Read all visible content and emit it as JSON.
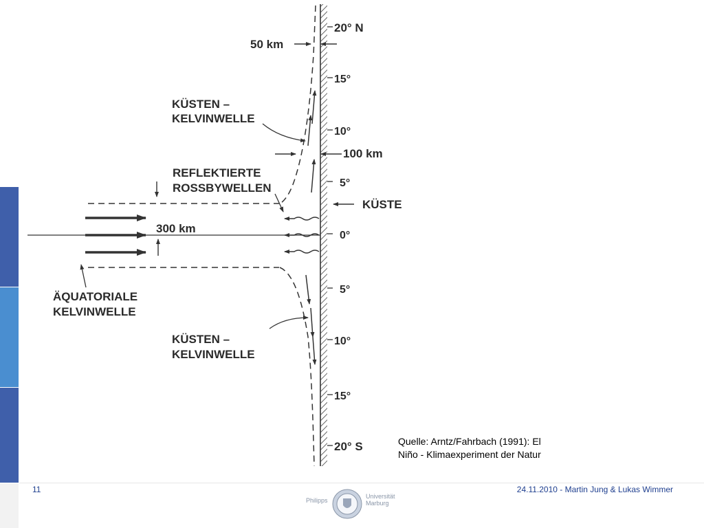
{
  "slide": {
    "page_number": "11",
    "footer": "24.11.2010 - Martin Jung & Lukas Wimmer",
    "source_line1": "Quelle: Arntz/Fahrbach (1991): El",
    "source_line2": "Niño - Klimaexperiment der Natur"
  },
  "colors": {
    "sidebar": [
      "#3f5faa",
      "#4a8ed0",
      "#3f5faa",
      "#f2f2f2"
    ],
    "footer_text": "#1f3f8f"
  },
  "logo": {
    "left_text": "Philipps",
    "right_line1": "Universität",
    "right_line2": "Marburg"
  },
  "diagram": {
    "latitudes": {
      "n20": "20° N",
      "n15": "15°",
      "n10": "10°",
      "n5": "5°",
      "eq": "0°",
      "s5": "5°",
      "s10": "10°",
      "s15": "15°",
      "s20": "20° S"
    },
    "labels": {
      "km50": "50 km",
      "km100": "100 km",
      "km300": "300 km",
      "coast": "KÜSTE",
      "coastal_kelvin_north_1": "KÜSTEN –",
      "coastal_kelvin_north_2": "KELVINWELLE",
      "rossby_1": "REFLEKTIERTE",
      "rossby_2": "ROSSBYWELLEN",
      "equatorial_kelvin_1": "ÄQUATORIALE",
      "equatorial_kelvin_2": "KELVINWELLE",
      "coastal_kelvin_south_1": "KÜSTEN –",
      "coastal_kelvin_south_2": "KELVINWELLE"
    }
  }
}
